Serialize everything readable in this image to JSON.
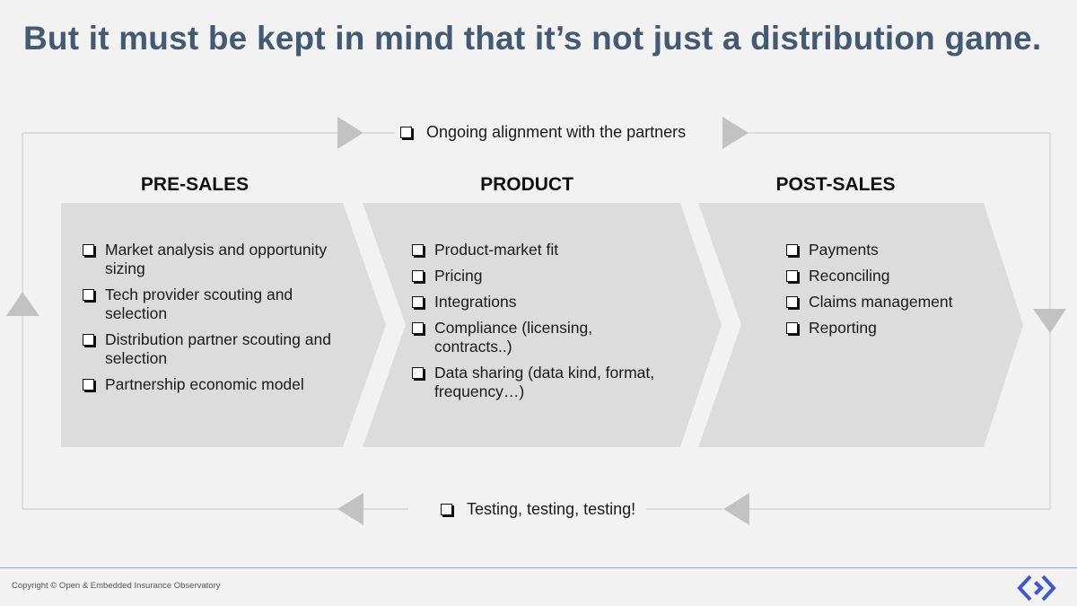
{
  "title": "But it must be kept in mind that it’s not just a distribution game.",
  "loop": {
    "top_label": "Ongoing alignment with the partners",
    "bottom_label": "Testing, testing, testing!"
  },
  "columns": [
    {
      "heading": "PRE-SALES",
      "items": [
        "Market analysis and opportunity sizing",
        "Tech provider scouting and selection",
        "Distribution partner scouting and selection",
        "Partnership economic model"
      ]
    },
    {
      "heading": "PRODUCT",
      "items": [
        "Product-market fit",
        "Pricing",
        "Integrations",
        "Compliance (licensing, contracts..)",
        "Data sharing (data kind, format, frequency…)"
      ]
    },
    {
      "heading": "POST-SALES",
      "items": [
        "Payments",
        "Reconciling",
        "Claims management",
        "Reporting"
      ]
    }
  ],
  "footer": {
    "copyright": "Copyright © Open & Embedded Insurance Observatory"
  },
  "icons": {
    "checkbox": "checkbox-icon",
    "logo": "diamond-logo-icon",
    "arrow": "triangle-arrow-icon"
  },
  "colors": {
    "title": "#445a72",
    "chevron_fill": "#dcdcdc",
    "arrow_fill": "#c2c2c2",
    "loop_line": "#d0d0d0",
    "logo": "#3f57c9"
  }
}
